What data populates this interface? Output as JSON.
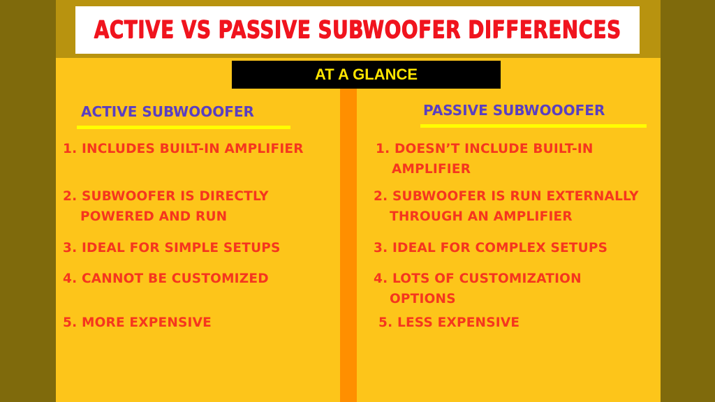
{
  "title": "ACTIVE VS PASSIVE SUBWOOFER DIFFERENCES",
  "subtitle": "AT A GLANCE",
  "colors": {
    "outer_background": "#7f6a0c",
    "panel_background": "#fdc51a",
    "title_text": "#f0141e",
    "subtitle_text": "#ffe600",
    "heading_text": "#5a3fc0",
    "item_text": "#f5361e",
    "divider": "#ff8f00",
    "underline": "#ffff00"
  },
  "active": {
    "heading": "ACTIVE SUBWOOOFER",
    "items": [
      {
        "num": "1.",
        "line1": "INCLUDES BUILT-IN AMPLIFIER",
        "line2": ""
      },
      {
        "num": "2.",
        "line1": "SUBWOOFER IS DIRECTLY",
        "line2": "POWERED AND RUN"
      },
      {
        "num": "3.",
        "line1": "IDEAL FOR SIMPLE SETUPS",
        "line2": ""
      },
      {
        "num": "4.",
        "line1": "CANNOT BE CUSTOMIZED",
        "line2": ""
      },
      {
        "num": "5.",
        "line1": "MORE EXPENSIVE",
        "line2": ""
      }
    ]
  },
  "passive": {
    "heading": "PASSIVE SUBWOOOFER",
    "items": [
      {
        "num": "1.",
        "line1": "DOESN’T INCLUDE BUILT-IN",
        "line2": "AMPLIFIER"
      },
      {
        "num": "2.",
        "line1": "SUBWOOFER IS RUN EXTERNALLY",
        "line2": "THROUGH AN AMPLIFIER"
      },
      {
        "num": "3.",
        "line1": "IDEAL FOR COMPLEX SETUPS",
        "line2": ""
      },
      {
        "num": "4.",
        "line1": "LOTS OF CUSTOMIZATION",
        "line2": "OPTIONS"
      },
      {
        "num": "5.",
        "line1": "LESS EXPENSIVE",
        "line2": ""
      }
    ]
  }
}
